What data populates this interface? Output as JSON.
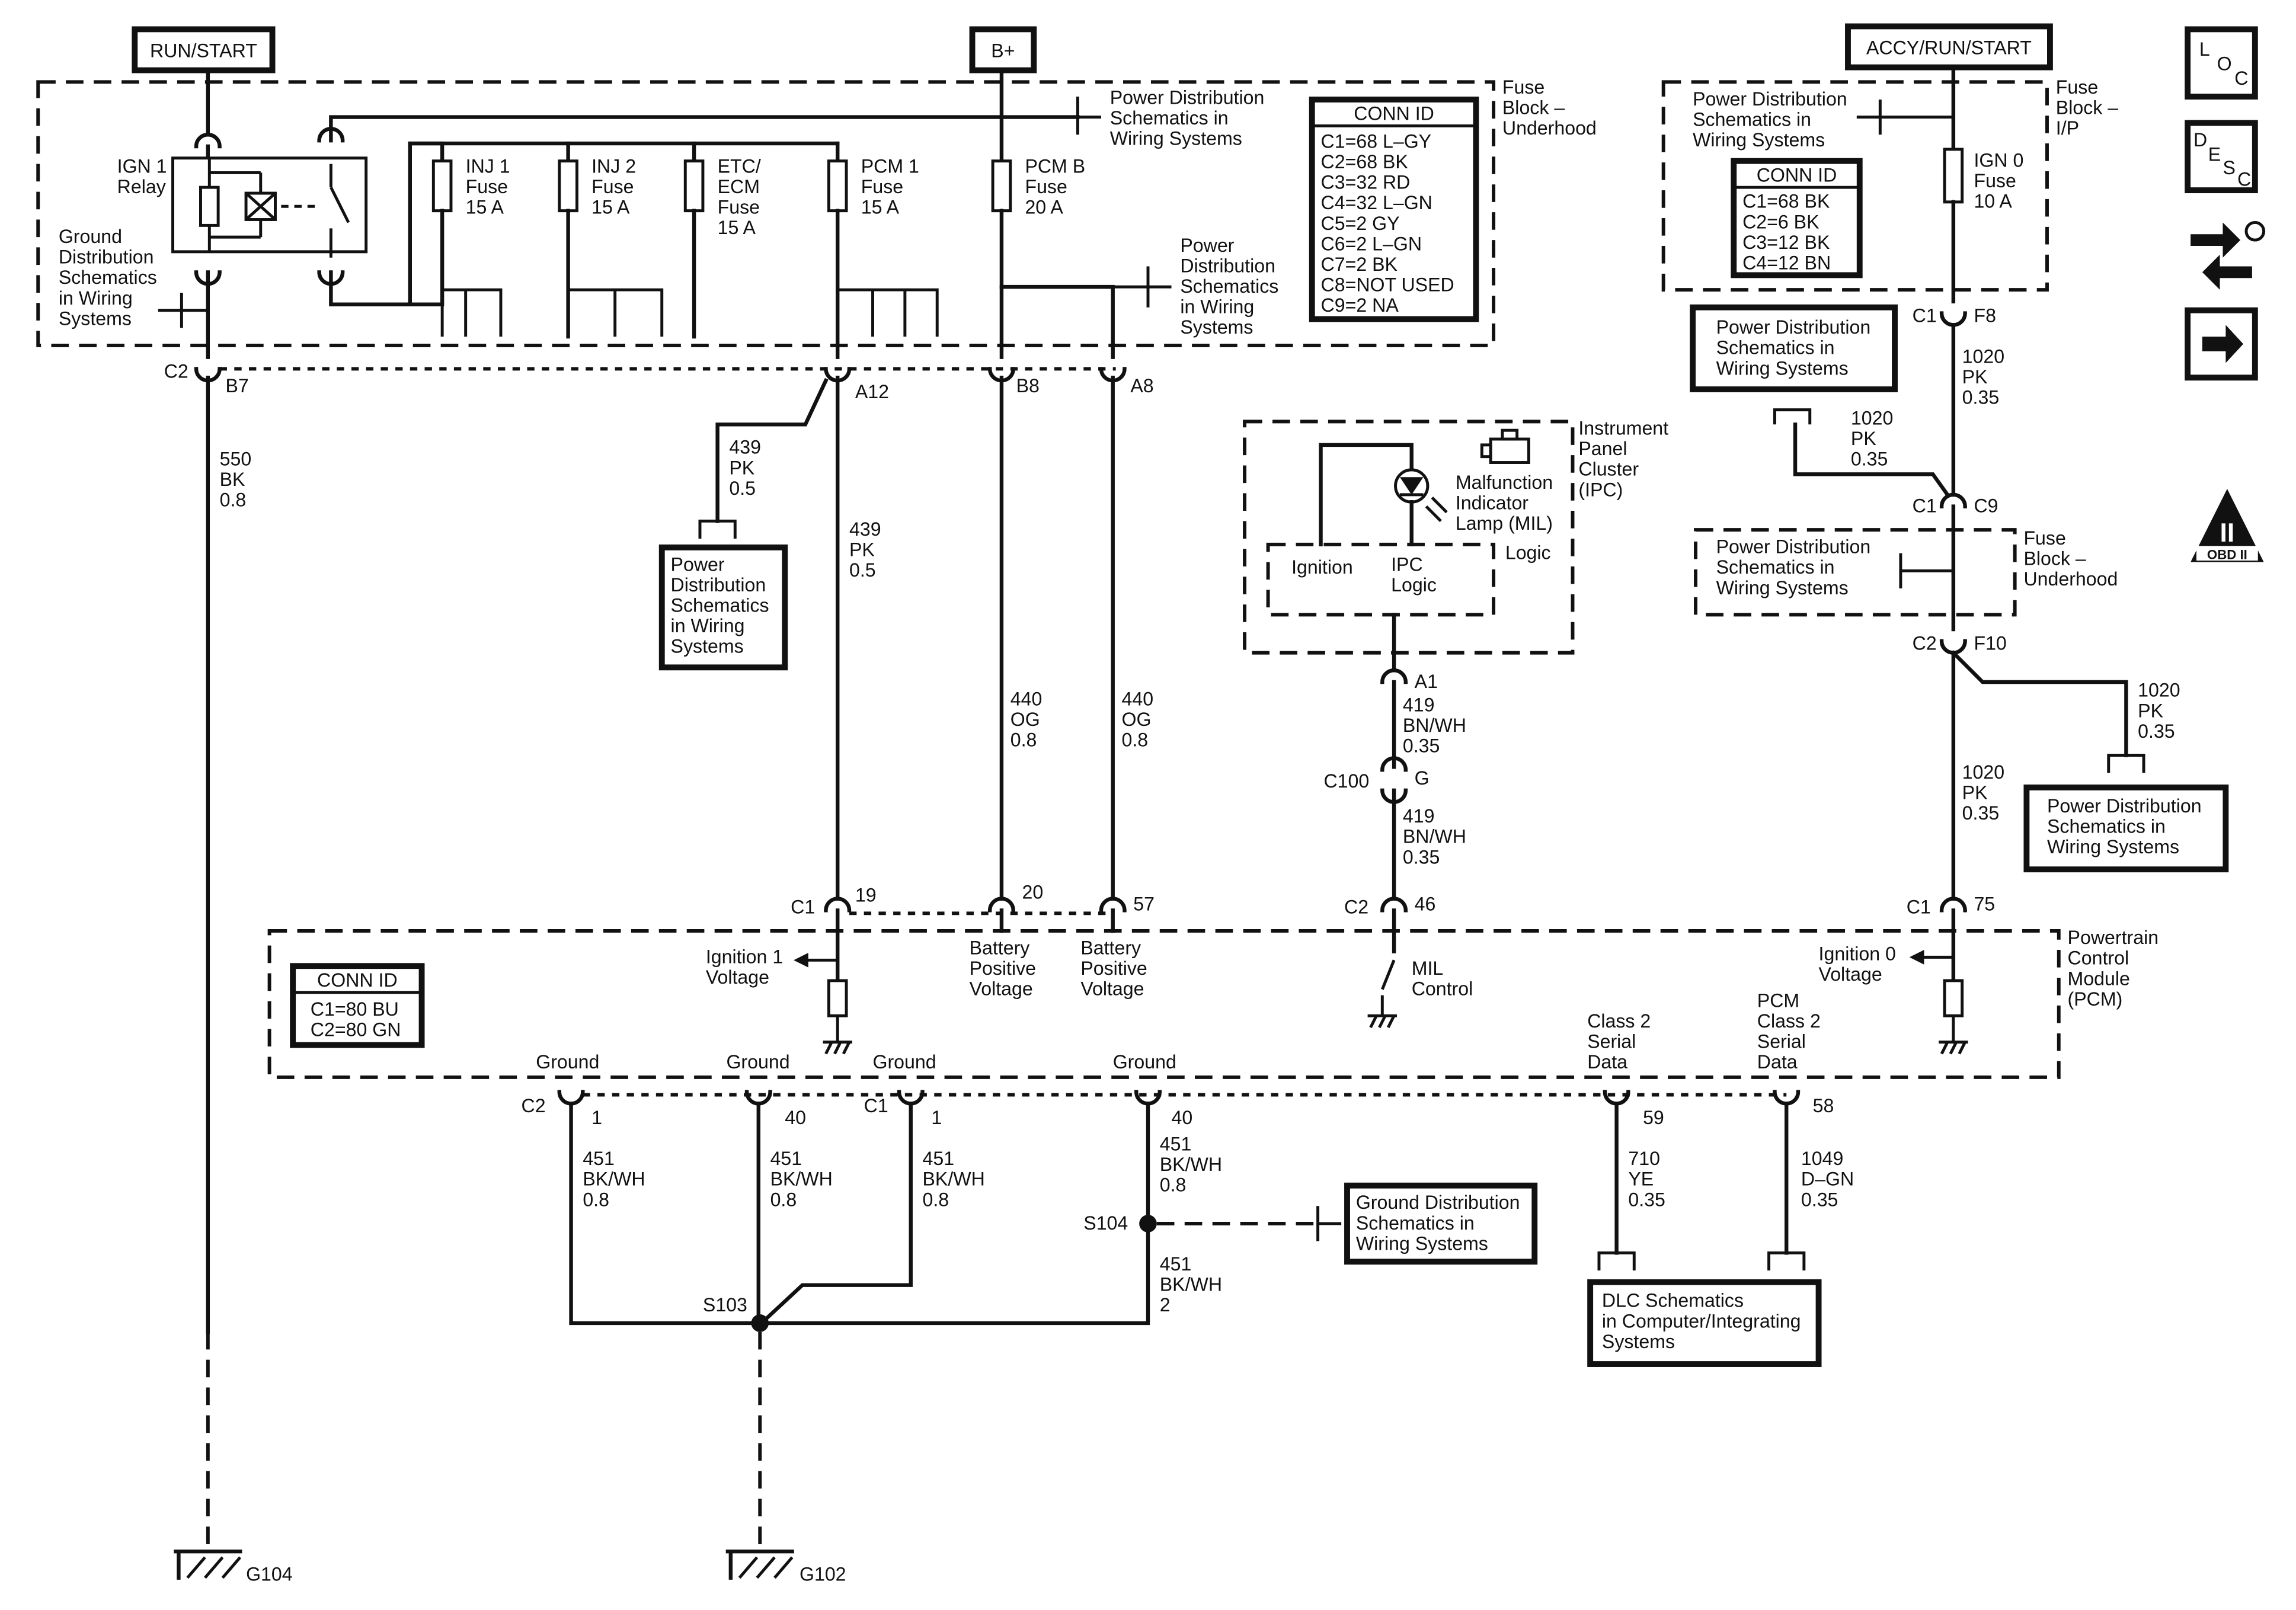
{
  "power_sources": {
    "run_start": "RUN/START",
    "b_plus": "B+",
    "accy_run_start": "ACCY/RUN/START"
  },
  "fuse_block_underhood": {
    "label": [
      "Fuse",
      "Block –",
      "Underhood"
    ],
    "ign1_relay": [
      "IGN 1",
      "Relay"
    ],
    "ground_dist": [
      "Ground",
      "Distribution",
      "Schematics",
      "in Wiring",
      "Systems"
    ],
    "fuses": [
      {
        "lines": [
          "INJ 1",
          "Fuse",
          "15 A"
        ]
      },
      {
        "lines": [
          "INJ 2",
          "Fuse",
          "15 A"
        ]
      },
      {
        "lines": [
          "ETC/",
          "ECM",
          "Fuse",
          "15 A"
        ]
      },
      {
        "lines": [
          "PCM 1",
          "Fuse",
          "15 A"
        ]
      },
      {
        "lines": [
          "PCM B",
          "Fuse",
          "20 A"
        ]
      }
    ],
    "power_dist_top": [
      "Power Distribution",
      "Schematics in",
      "Wiring Systems"
    ],
    "power_dist_right": [
      "Power",
      "Distribution",
      "Schematics",
      "in Wiring",
      "Systems"
    ],
    "conn_id": {
      "title": "CONN ID",
      "rows": [
        "C1=68 L–GY",
        "C2=68 BK",
        "C3=32 RD",
        "C4=32 L–GN",
        "C5=2 GY",
        "C6=2 L–GN",
        "C7=2 BK",
        "C8=NOT USED",
        "C9=2 NA"
      ]
    },
    "c2": "C2",
    "pins": {
      "b7": "B7",
      "a12": "A12",
      "b8": "B8",
      "a8": "A8"
    }
  },
  "fuse_block_ip": {
    "label": [
      "Fuse",
      "Block –",
      "I/P"
    ],
    "power_dist": [
      "Power Distribution",
      "Schematics in",
      "Wiring Systems"
    ],
    "fuse": [
      "IGN 0",
      "Fuse",
      "10 A"
    ],
    "conn_id": {
      "title": "CONN ID",
      "rows": [
        "C1=68 BK",
        "C2=6 BK",
        "C3=12 BK",
        "C4=12 BN"
      ]
    },
    "c1": "C1",
    "pin_f8": "F8"
  },
  "wires": {
    "w550": [
      "550",
      "BK",
      "0.8"
    ],
    "w439_branch": [
      "439",
      "PK",
      "0.5"
    ],
    "w439_main": [
      "439",
      "PK",
      "0.5"
    ],
    "w440_a": [
      "440",
      "OG",
      "0.8"
    ],
    "w440_b": [
      "440",
      "OG",
      "0.8"
    ],
    "w419_top": [
      "419",
      "BN/WH",
      "0.35"
    ],
    "w419_bottom": [
      "419",
      "BN/WH",
      "0.35"
    ],
    "w1020_top": [
      "1020",
      "PK",
      "0.35"
    ],
    "w1020_branch": [
      "1020",
      "PK",
      "0.35"
    ],
    "w1020_right": [
      "1020",
      "PK",
      "0.35"
    ],
    "w1020_bottom": [
      "1020",
      "PK",
      "0.35"
    ],
    "w451_1": [
      "451",
      "BK/WH",
      "0.8"
    ],
    "w451_2": [
      "451",
      "BK/WH",
      "0.8"
    ],
    "w451_3": [
      "451",
      "BK/WH",
      "0.8"
    ],
    "w451_4": [
      "451",
      "BK/WH",
      "0.8"
    ],
    "w451_5": [
      "451",
      "BK/WH",
      "2"
    ],
    "w710": [
      "710",
      "YE",
      "0.35"
    ],
    "w1049": [
      "1049",
      "D–GN",
      "0.35"
    ]
  },
  "refs": {
    "power_dist_439": [
      "Power",
      "Distribution",
      "Schematics",
      "in Wiring",
      "Systems"
    ],
    "power_dist_ip_left": [
      "Power Distribution",
      "Schematics in",
      "Wiring Systems"
    ],
    "power_dist_c9": [
      "Power Distribution",
      "Schematics in",
      "Wiring Systems"
    ],
    "power_dist_f10": [
      "Power Distribution",
      "Schematics in",
      "Wiring Systems"
    ],
    "ground_dist_s104": [
      "Ground Distribution",
      "Schematics in",
      "Wiring Systems"
    ],
    "dlc": [
      "DLC Schematics",
      "in Computer/Integrating",
      "Systems"
    ]
  },
  "ipc": {
    "label": [
      "Instrument",
      "Panel",
      "Cluster",
      "(IPC)"
    ],
    "mil": [
      "Malfunction",
      "Indicator",
      "Lamp (MIL)"
    ],
    "logic": "Logic",
    "ignition": "Ignition",
    "ipc_logic": [
      "IPC",
      "Logic"
    ],
    "pin_a1": "A1"
  },
  "c100": {
    "name": "C100",
    "pin": "G"
  },
  "underhood_c9": {
    "label": [
      "Fuse",
      "Block –",
      "Underhood"
    ],
    "c1": "C1",
    "c9": "C9",
    "c2": "C2",
    "f10": "F10"
  },
  "pcm": {
    "label": [
      "Powertrain",
      "Control",
      "Module",
      "(PCM)"
    ],
    "conn_id": {
      "title": "CONN ID",
      "rows": [
        "C1=80 BU",
        "C2=80 GN"
      ]
    },
    "ign1_voltage": [
      "Ignition 1",
      "Voltage"
    ],
    "ign0_voltage": [
      "Ignition 0",
      "Voltage"
    ],
    "batt_pos_1": [
      "Battery",
      "Positive",
      "Voltage"
    ],
    "batt_pos_2": [
      "Battery",
      "Positive",
      "Voltage"
    ],
    "mil_control": [
      "MIL",
      "Control"
    ],
    "class2": [
      "Class 2",
      "Serial",
      "Data"
    ],
    "pcm_class2": [
      "PCM",
      "Class 2",
      "Serial",
      "Data"
    ],
    "ground": "Ground",
    "top_c1": "C1",
    "top_c2": "C2",
    "top_c1_right": "C1",
    "pins_top": {
      "p19": "19",
      "p20": "20",
      "p57": "57",
      "p46": "46",
      "p75": "75"
    },
    "bottom_c2": "C2",
    "bottom_c1": "C1",
    "pins_bottom": {
      "p1a": "1",
      "p40a": "40",
      "p1b": "1",
      "p40b": "40",
      "p59": "59",
      "p58": "58"
    }
  },
  "splices": {
    "s103": "S103",
    "s104": "S104"
  },
  "grounds": {
    "g104": "G104",
    "g102": "G102"
  },
  "side_icons": {
    "loc": [
      "L",
      "O",
      "C"
    ],
    "desc": [
      "D",
      "E",
      "S",
      "C"
    ],
    "obd": "OBD II",
    "obd_numeral": "II"
  }
}
